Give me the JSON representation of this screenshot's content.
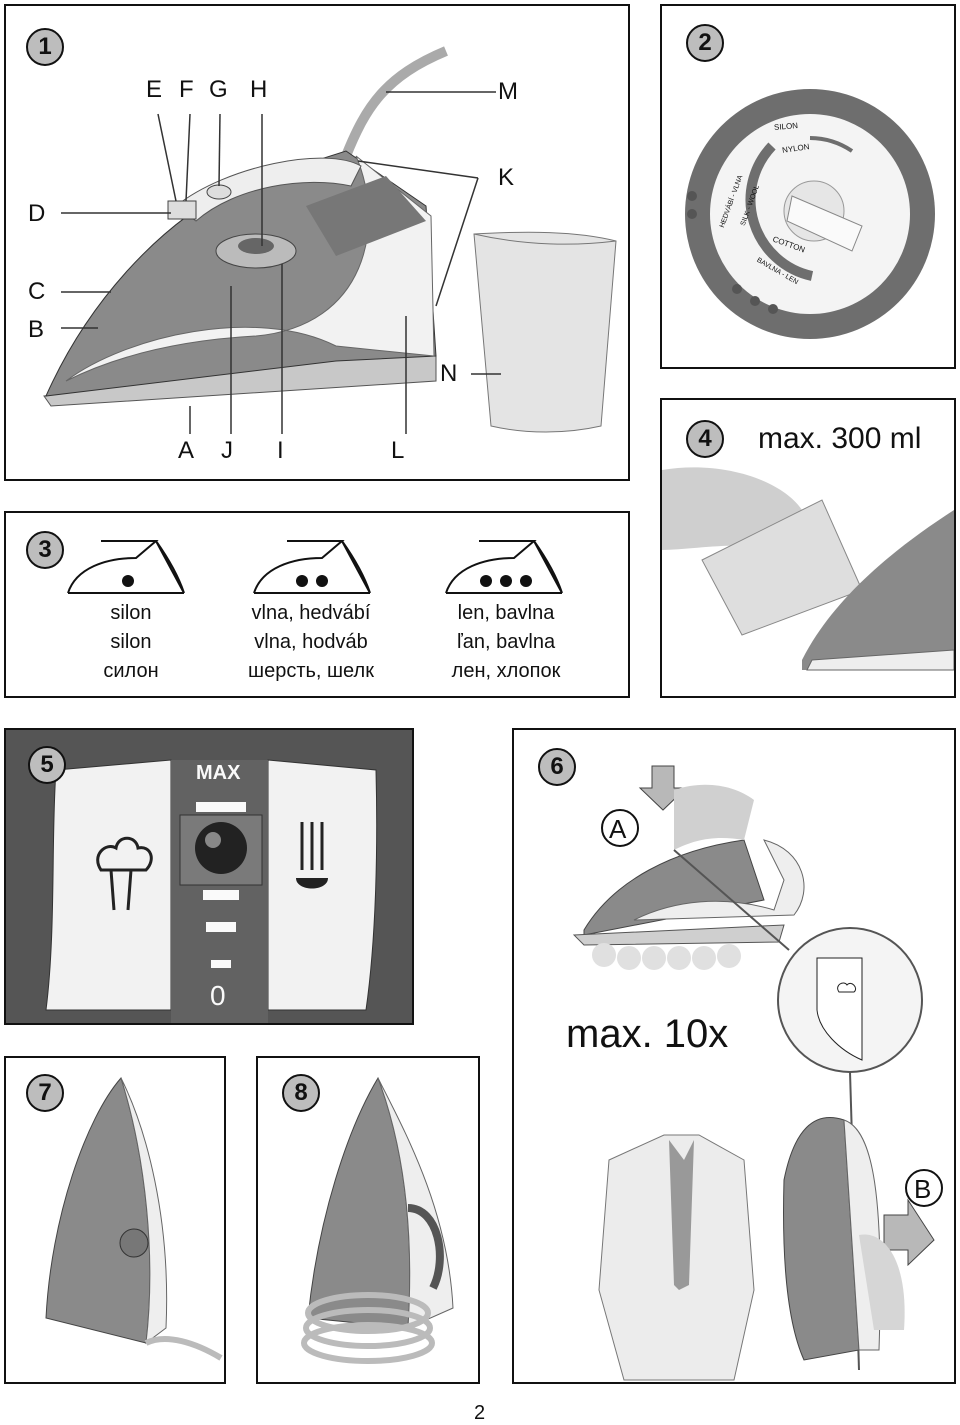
{
  "panels": {
    "p1": "1",
    "p2": "2",
    "p3": "3",
    "p4": "4",
    "p5": "5",
    "p6": "6",
    "p7": "7",
    "p8": "8"
  },
  "parts": {
    "A": "A",
    "B": "B",
    "C": "C",
    "D": "D",
    "E": "E",
    "F": "F",
    "G": "G",
    "H": "H",
    "I": "I",
    "J": "J",
    "K": "K",
    "L": "L",
    "M": "M",
    "N": "N"
  },
  "dial": {
    "silon": "SILON",
    "nylon": "NYLON",
    "silk_wool": "SILK - WOOL",
    "hedvabi_vlna": "HEDVÁBÍ - VLNA",
    "cotton": "COTTON",
    "bavlna_len": "BAVLNA - LEN"
  },
  "fill_max": "max. 300 ml",
  "care_symbols": [
    {
      "dots": 1,
      "cs": "silon",
      "sk": "silon",
      "ru": "силон"
    },
    {
      "dots": 2,
      "cs": "vlna, hedvábí",
      "sk": "vlna, hodváb",
      "ru": "шерсть, шелк"
    },
    {
      "dots": 3,
      "cs": "len, bavlna",
      "sk": "ľan, bavlna",
      "ru": "лен, хлопок"
    }
  ],
  "steam": {
    "max_label": "MAX",
    "zero_label": "0"
  },
  "shot": {
    "press_a": "A",
    "press_b": "B",
    "max_times": "max. 10x"
  },
  "page_number": "2",
  "colors": {
    "accent": "#6e6e6e",
    "badge": "#bdbdbd"
  }
}
